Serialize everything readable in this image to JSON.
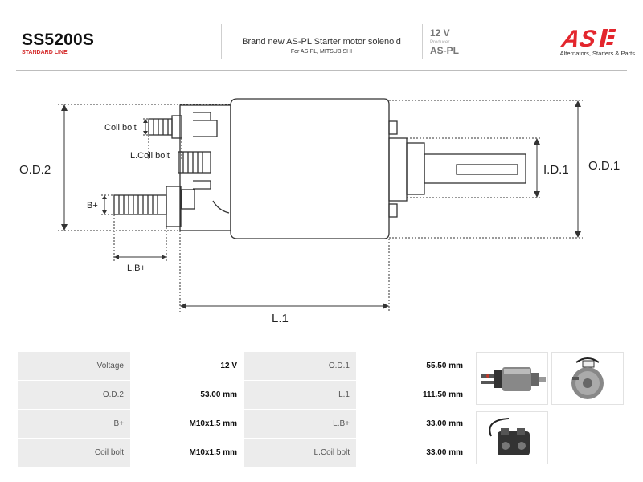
{
  "header": {
    "part_number": "SS5200S",
    "line": "STANDARD LINE",
    "description": "Brand new AS-PL Starter motor solenoid",
    "fits": "For AS-PL, MITSUBISHI",
    "voltage": "12 V",
    "producer_label": "Producer",
    "producer": "AS-PL",
    "logo_text": "AS",
    "tagline": "Alternators, Starters & Parts",
    "brand_color": "#e3262d"
  },
  "diagram": {
    "labels": {
      "od2": "O.D.2",
      "od1": "O.D.1",
      "id1": "I.D.1",
      "l1": "L.1",
      "lbplus": "L.B+",
      "coil_bolt": "Coil bolt",
      "l_coil_bolt": "L.Coil bolt",
      "bplus": "B+"
    }
  },
  "specs": [
    {
      "label1": "Voltage",
      "value1": "12 V",
      "label2": "O.D.1",
      "value2": "55.50 mm"
    },
    {
      "label1": "O.D.2",
      "value1": "53.00 mm",
      "label2": "L.1",
      "value2": "111.50 mm"
    },
    {
      "label1": "B+",
      "value1": "M10x1.5 mm",
      "label2": "L.B+",
      "value2": "33.00 mm"
    },
    {
      "label1": "Coil bolt",
      "value1": "M10x1.5 mm",
      "label2": "L.Coil bolt",
      "value2": "33.00 mm"
    }
  ]
}
